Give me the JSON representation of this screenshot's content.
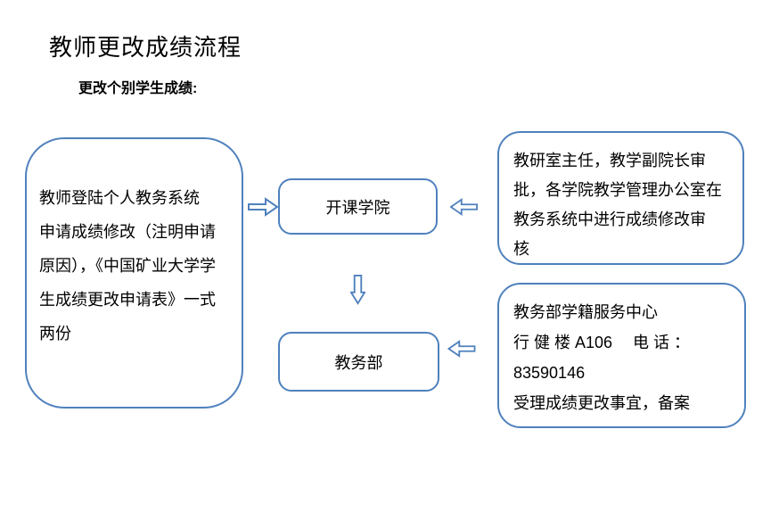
{
  "page": {
    "title": "教师更改成绩流程",
    "subtitle": "更改个别学生成绩:"
  },
  "colors": {
    "accent": "#4f81bd",
    "text": "#000000",
    "background": "#ffffff"
  },
  "flowchart": {
    "teacher_box": {
      "text": "教师登陆个人教务系统申请成绩修改（注明申请原因），《中国矿业大学学生成绩更改申请表》一式两份",
      "lines": [
        "教师登陆个人教务系统",
        "申请成绩修改（注明申请",
        "原因），《中国矿业大学学",
        "生成绩更改申请表》一式",
        "两份"
      ]
    },
    "course_college_box": {
      "label": "开课学院"
    },
    "academic_affairs_box": {
      "label": "教务部"
    },
    "college_review_note": {
      "text": "教研室主任，教学副院长审批，各学院教学管理办公室在教务系统中进行成绩修改审核",
      "lines": [
        "教研室主任，教学副院长审",
        "批，各学院教学管理办公室在",
        "教务系统中进行成绩修改审",
        "核"
      ]
    },
    "registrar_note": {
      "text": "教务部学籍服务中心 行健楼A106 电话：83590146 受理成绩更改事宜，备案",
      "lines": [
        "教务部学籍服务中心",
        "行 健 楼  A106　 电 话 ：",
        "83590146",
        "受理成绩更改事宜，备案"
      ]
    },
    "arrows": [
      {
        "name": "teacher-to-college",
        "direction": "right"
      },
      {
        "name": "note-to-college",
        "direction": "left"
      },
      {
        "name": "college-to-registrar",
        "direction": "down"
      },
      {
        "name": "note-to-registrar",
        "direction": "left"
      }
    ]
  }
}
